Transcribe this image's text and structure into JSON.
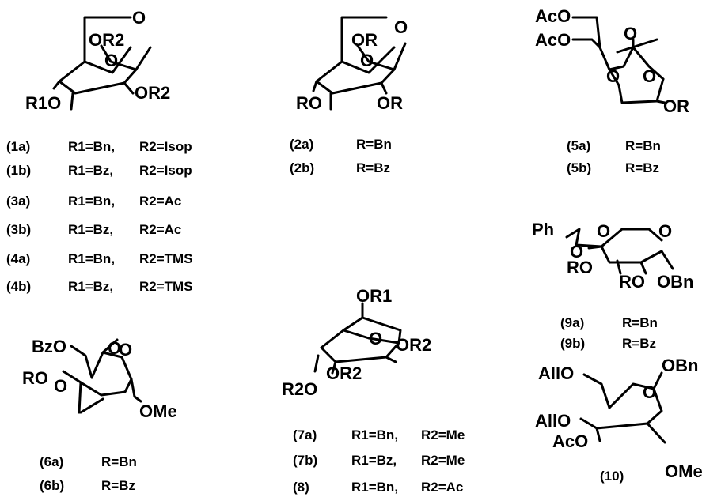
{
  "atoms": {
    "o": "O",
    "or2": "OR2",
    "r1o": "R1O",
    "or": "OR",
    "ro": "RO",
    "aco": "AcO",
    "ph": "Ph",
    "oobn": "OBn",
    "bzo": "BzO",
    "ome": "OMe",
    "or1": "OR1",
    "r2o": "R2O",
    "allo": "AllO",
    "obn": "OBn"
  },
  "labels": {
    "1a": {
      "id": "(1a)",
      "r1": "R1=Bn,",
      "r2": "R2=Isop"
    },
    "1b": {
      "id": "(1b)",
      "r1": "R1=Bz,",
      "r2": "R2=Isop"
    },
    "3a": {
      "id": "(3a)",
      "r1": "R1=Bn,",
      "r2": "R2=Ac"
    },
    "3b": {
      "id": "(3b)",
      "r1": "R1=Bz,",
      "r2": "R2=Ac"
    },
    "4a": {
      "id": "(4a)",
      "r1": "R1=Bn,",
      "r2": "R2=TMS"
    },
    "4b": {
      "id": "(4b)",
      "r1": "R1=Bz,",
      "r2": "R2=TMS"
    },
    "2a": {
      "id": "(2a)",
      "r": "R=Bn"
    },
    "2b": {
      "id": "(2b)",
      "r": "R=Bz"
    },
    "5a": {
      "id": "(5a)",
      "r": "R=Bn"
    },
    "5b": {
      "id": "(5b)",
      "r": "R=Bz"
    },
    "6a": {
      "id": "(6a)",
      "r": "R=Bn"
    },
    "6b": {
      "id": "(6b)",
      "r": "R=Bz"
    },
    "7a": {
      "id": "(7a)",
      "r1": "R1=Bn,",
      "r2": "R2=Me"
    },
    "7b": {
      "id": "(7b)",
      "r1": "R1=Bz,",
      "r2": "R2=Me"
    },
    "8": {
      "id": "(8)",
      "r1": "R1=Bn,",
      "r2": "R2=Ac"
    },
    "9a": {
      "id": "(9a)",
      "r": "R=Bn"
    },
    "9b": {
      "id": "(9b)",
      "r": "R=Bz"
    },
    "10": {
      "id": "(10)"
    }
  }
}
